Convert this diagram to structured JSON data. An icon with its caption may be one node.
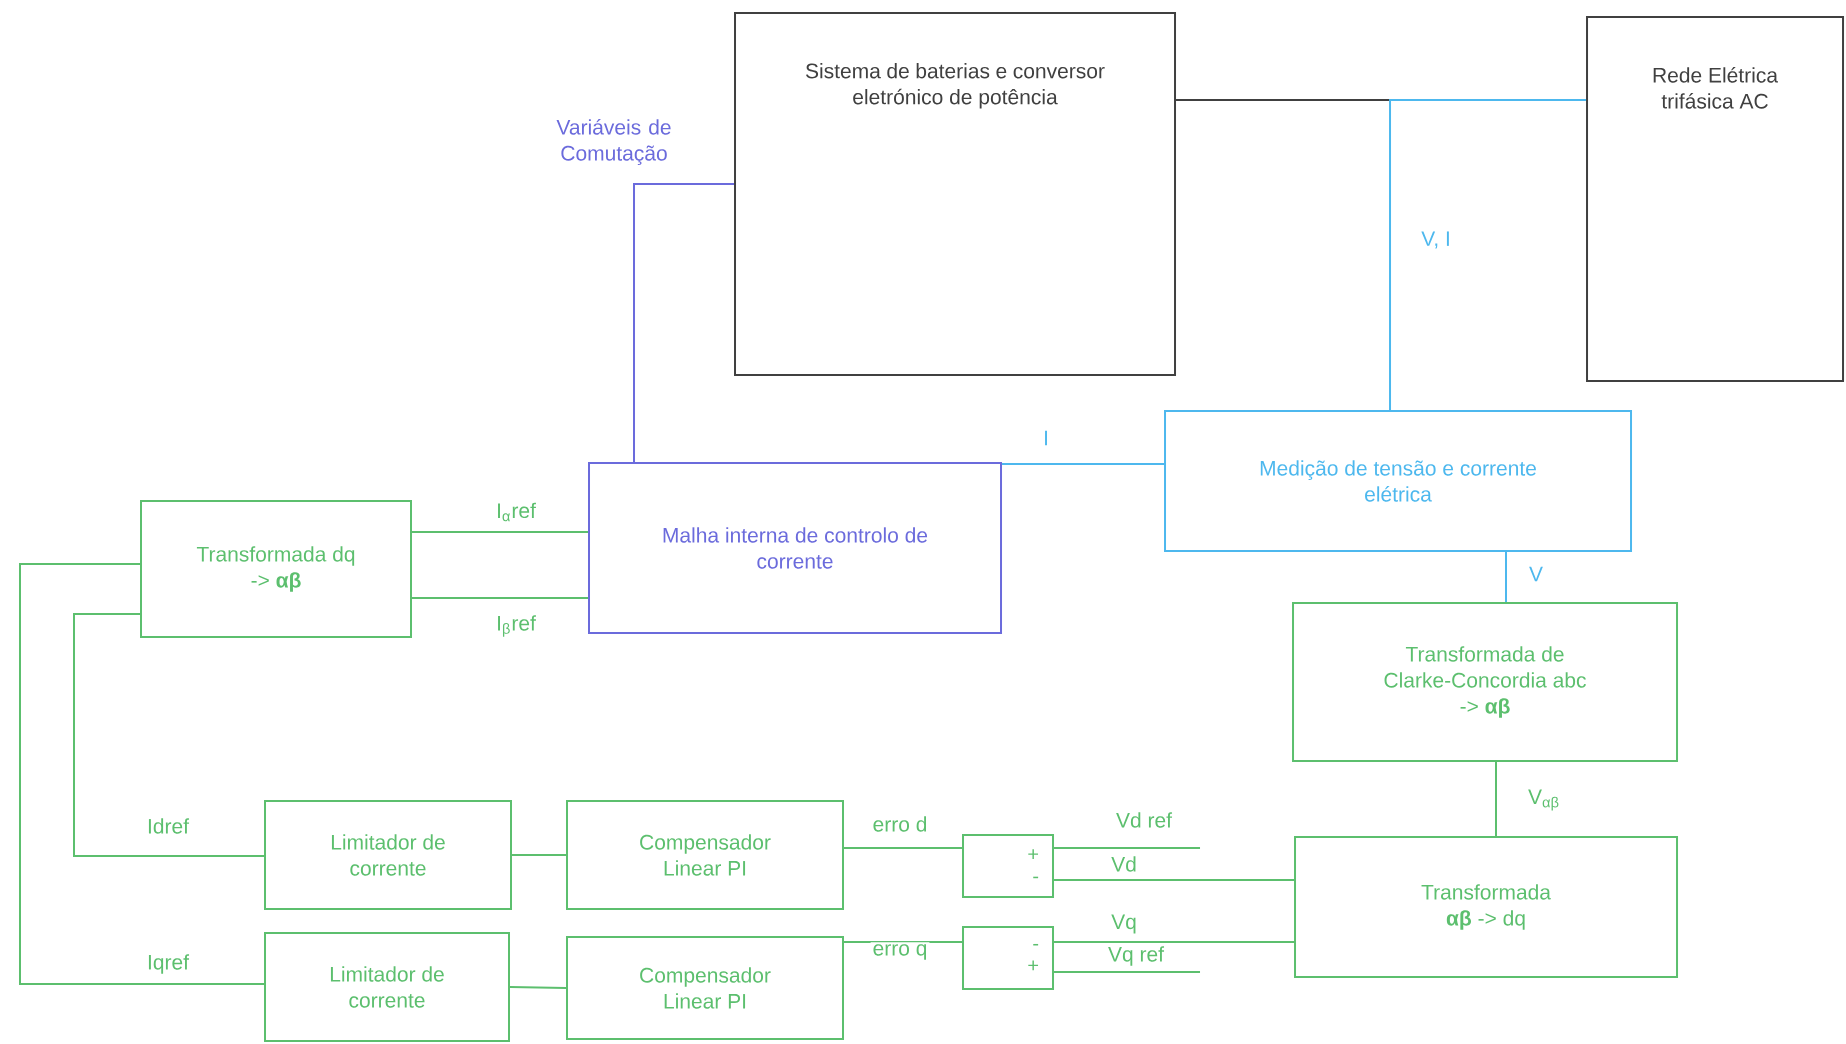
{
  "diagram": {
    "nodes": [
      {
        "text": [
          "Sistema de baterias e conversor eletrónico de potência"
        ]
      },
      {
        "text": [
          "Rede Elétrica trifásica AC"
        ]
      },
      {
        "text": [
          "Medição de tensão e corrente elétrica"
        ]
      },
      {
        "text": [
          "Malha interna de controlo de corrente"
        ]
      },
      {
        "text": [
          "Transformada dq -> **αβ**"
        ]
      },
      {
        "text": [
          "Transformada de Clarke-Concordia abc -> **αβ**"
        ]
      },
      {
        "text": [
          "Transformada **αβ** -> dq"
        ]
      },
      {
        "text": [
          "Limitador de corrente"
        ]
      },
      {
        "text": [
          "Compensador Linear PI"
        ]
      },
      {
        "text": [
          "+",
          "-"
        ]
      },
      {
        "text": [
          "Limitador de corrente"
        ]
      },
      {
        "text": [
          "Compensador Linear PI"
        ]
      },
      {
        "text": [
          "-",
          "+"
        ]
      }
    ],
    "edges": [
      {
        "from": 0,
        "to": 1,
        "arrow": "none",
        "color": "#404040"
      },
      {
        "from": 1,
        "to": 2,
        "arrow": "none",
        "label": "V, I",
        "color": "#4db8ee"
      },
      {
        "from": 2,
        "to": 3,
        "arrow": "none",
        "label": "I",
        "color": "#4db8ee"
      },
      {
        "from": 3,
        "to": 0,
        "arrow": "none",
        "label": "Variáveis de Comutação",
        "color": "#6b6bdc"
      },
      {
        "from": 2,
        "to": 5,
        "arrow": "none",
        "label": "V",
        "color": "#4db8ee"
      },
      {
        "from": 5,
        "to": 6,
        "arrow": "none",
        "label": "V$_{αβ}$"
      },
      {
        "from": 4,
        "to": 3,
        "arrow": "none",
        "label": "I$_{α}$ref"
      },
      {
        "from": 4,
        "to": 3,
        "arrow": "none",
        "label": "I$_{β}$ref"
      },
      {
        "from": 7,
        "to": 4,
        "arrow": "none",
        "label": "Idref"
      },
      {
        "from": 10,
        "to": 4,
        "arrow": "none",
        "label": "Iqref"
      },
      {
        "from": 7,
        "to": 8,
        "arrow": "none"
      },
      {
        "from": 10,
        "to": 11,
        "arrow": "none"
      },
      {
        "from": 8,
        "to": 9,
        "arrow": "none",
        "label": "erro d"
      },
      {
        "from": 11,
        "to": 12,
        "arrow": "none",
        "label": "erro q"
      },
      {
        "from": null,
        "to": 9,
        "arrow": "none",
        "label": "Vd ref"
      },
      {
        "from": 9,
        "to": 6,
        "arrow": "none",
        "label": "Vd"
      },
      {
        "from": 6,
        "to": 12,
        "arrow": "none",
        "label": "Vq"
      },
      {
        "from": null,
        "to": 12,
        "arrow": "none",
        "label": "Vq ref"
      }
    ]
  }
}
